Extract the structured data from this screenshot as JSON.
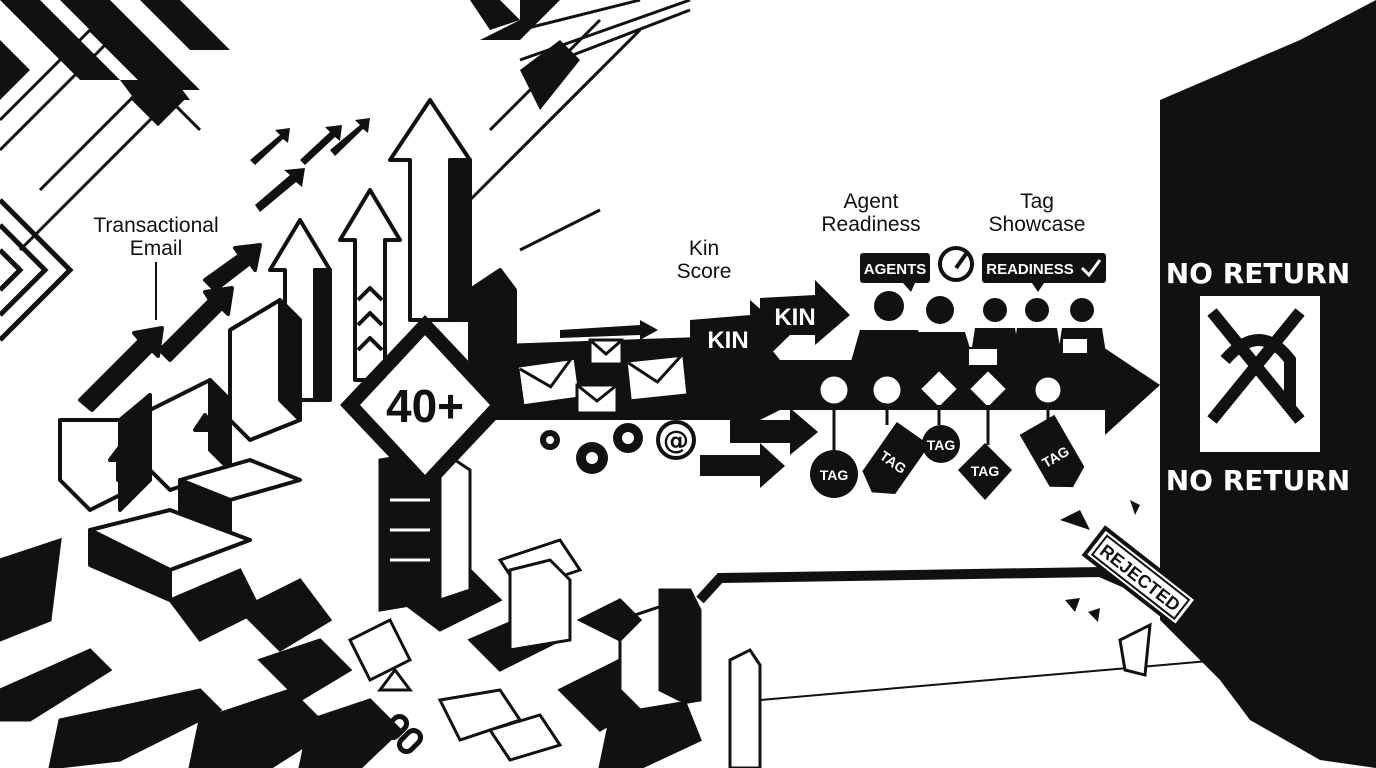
{
  "labels": {
    "transactional_line1": "Transactional",
    "transactional_line2": "Email",
    "kin_line1": "Kin",
    "kin_line2": "Score",
    "agent_line1": "Agent",
    "agent_line2": "Readiness",
    "tag_line1": "Tag",
    "tag_line2": "Showcase"
  },
  "badge": {
    "count": "40+"
  },
  "kin_arrows": [
    "KIN",
    "KIN"
  ],
  "chips": {
    "agents": "AGENTS",
    "readiness": "READINESS"
  },
  "tags": [
    "TAG",
    "TAG",
    "TAG",
    "TAG",
    "TAG"
  ],
  "wall": {
    "top_text": "NO RETURN",
    "bottom_text": "NO RETURN"
  },
  "stamp": {
    "text": "REJECTED"
  },
  "colors": {
    "ink": "#111111",
    "paper": "#ffffff"
  }
}
